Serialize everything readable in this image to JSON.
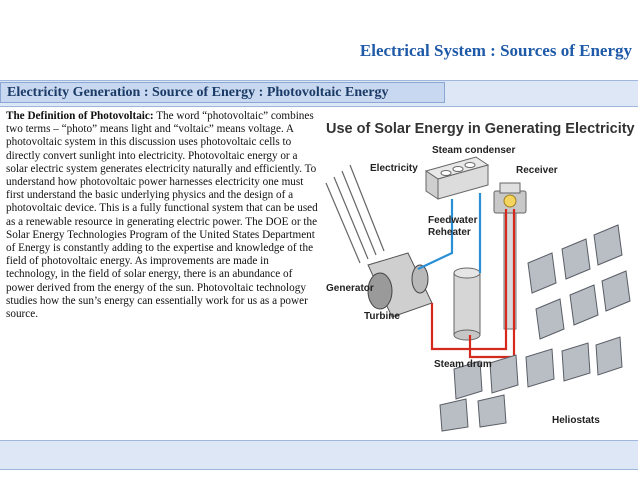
{
  "slide": {
    "title": "Electrical System : Sources of Energy",
    "section_header": "Electricity Generation : Source of  Energy : Photovoltaic Energy"
  },
  "body": {
    "lead": "The Definition of Photovoltaic:",
    "text": " The word “photovoltaic” combines two terms – “photo” means light and “voltaic” means voltage. A photovoltaic system in this discussion uses photovoltaic cells to directly convert sunlight into electricity. Photovoltaic energy or a solar electric system generates electricity naturally and efficiently. To understand how photovoltaic power harnesses electricity one must first understand the basic underlying physics and the design of a photovoltaic device. This is a fully functional system that can be used as a renewable resource in generating electric power. The DOE or the Solar Energy Technologies Program of the United States Department of Energy is constantly adding to the expertise and knowledge of the field of photovoltaic energy. As improvements are made in technology, in the field of solar energy, there is an abundance of power derived from the energy of the sun. Photovoltaic technology studies how the sun’s energy can essentially work for us as a power source."
  },
  "figure": {
    "title": "Use of Solar Energy in Generating Electricity",
    "labels": {
      "electricity": "Electricity",
      "steam_condenser": "Steam condenser",
      "receiver": "Receiver",
      "feedwater": "Feedwater",
      "reheater": "Reheater",
      "generator": "Generator",
      "turbine": "Turbine",
      "steam_drum": "Steam drum",
      "heliostats": "Heliostats"
    },
    "colors": {
      "steam_pipe": "#d42a1e",
      "water_pipe": "#2a8fd4",
      "panel": "#b9bdc4",
      "panel_frame": "#5a5e66"
    }
  }
}
